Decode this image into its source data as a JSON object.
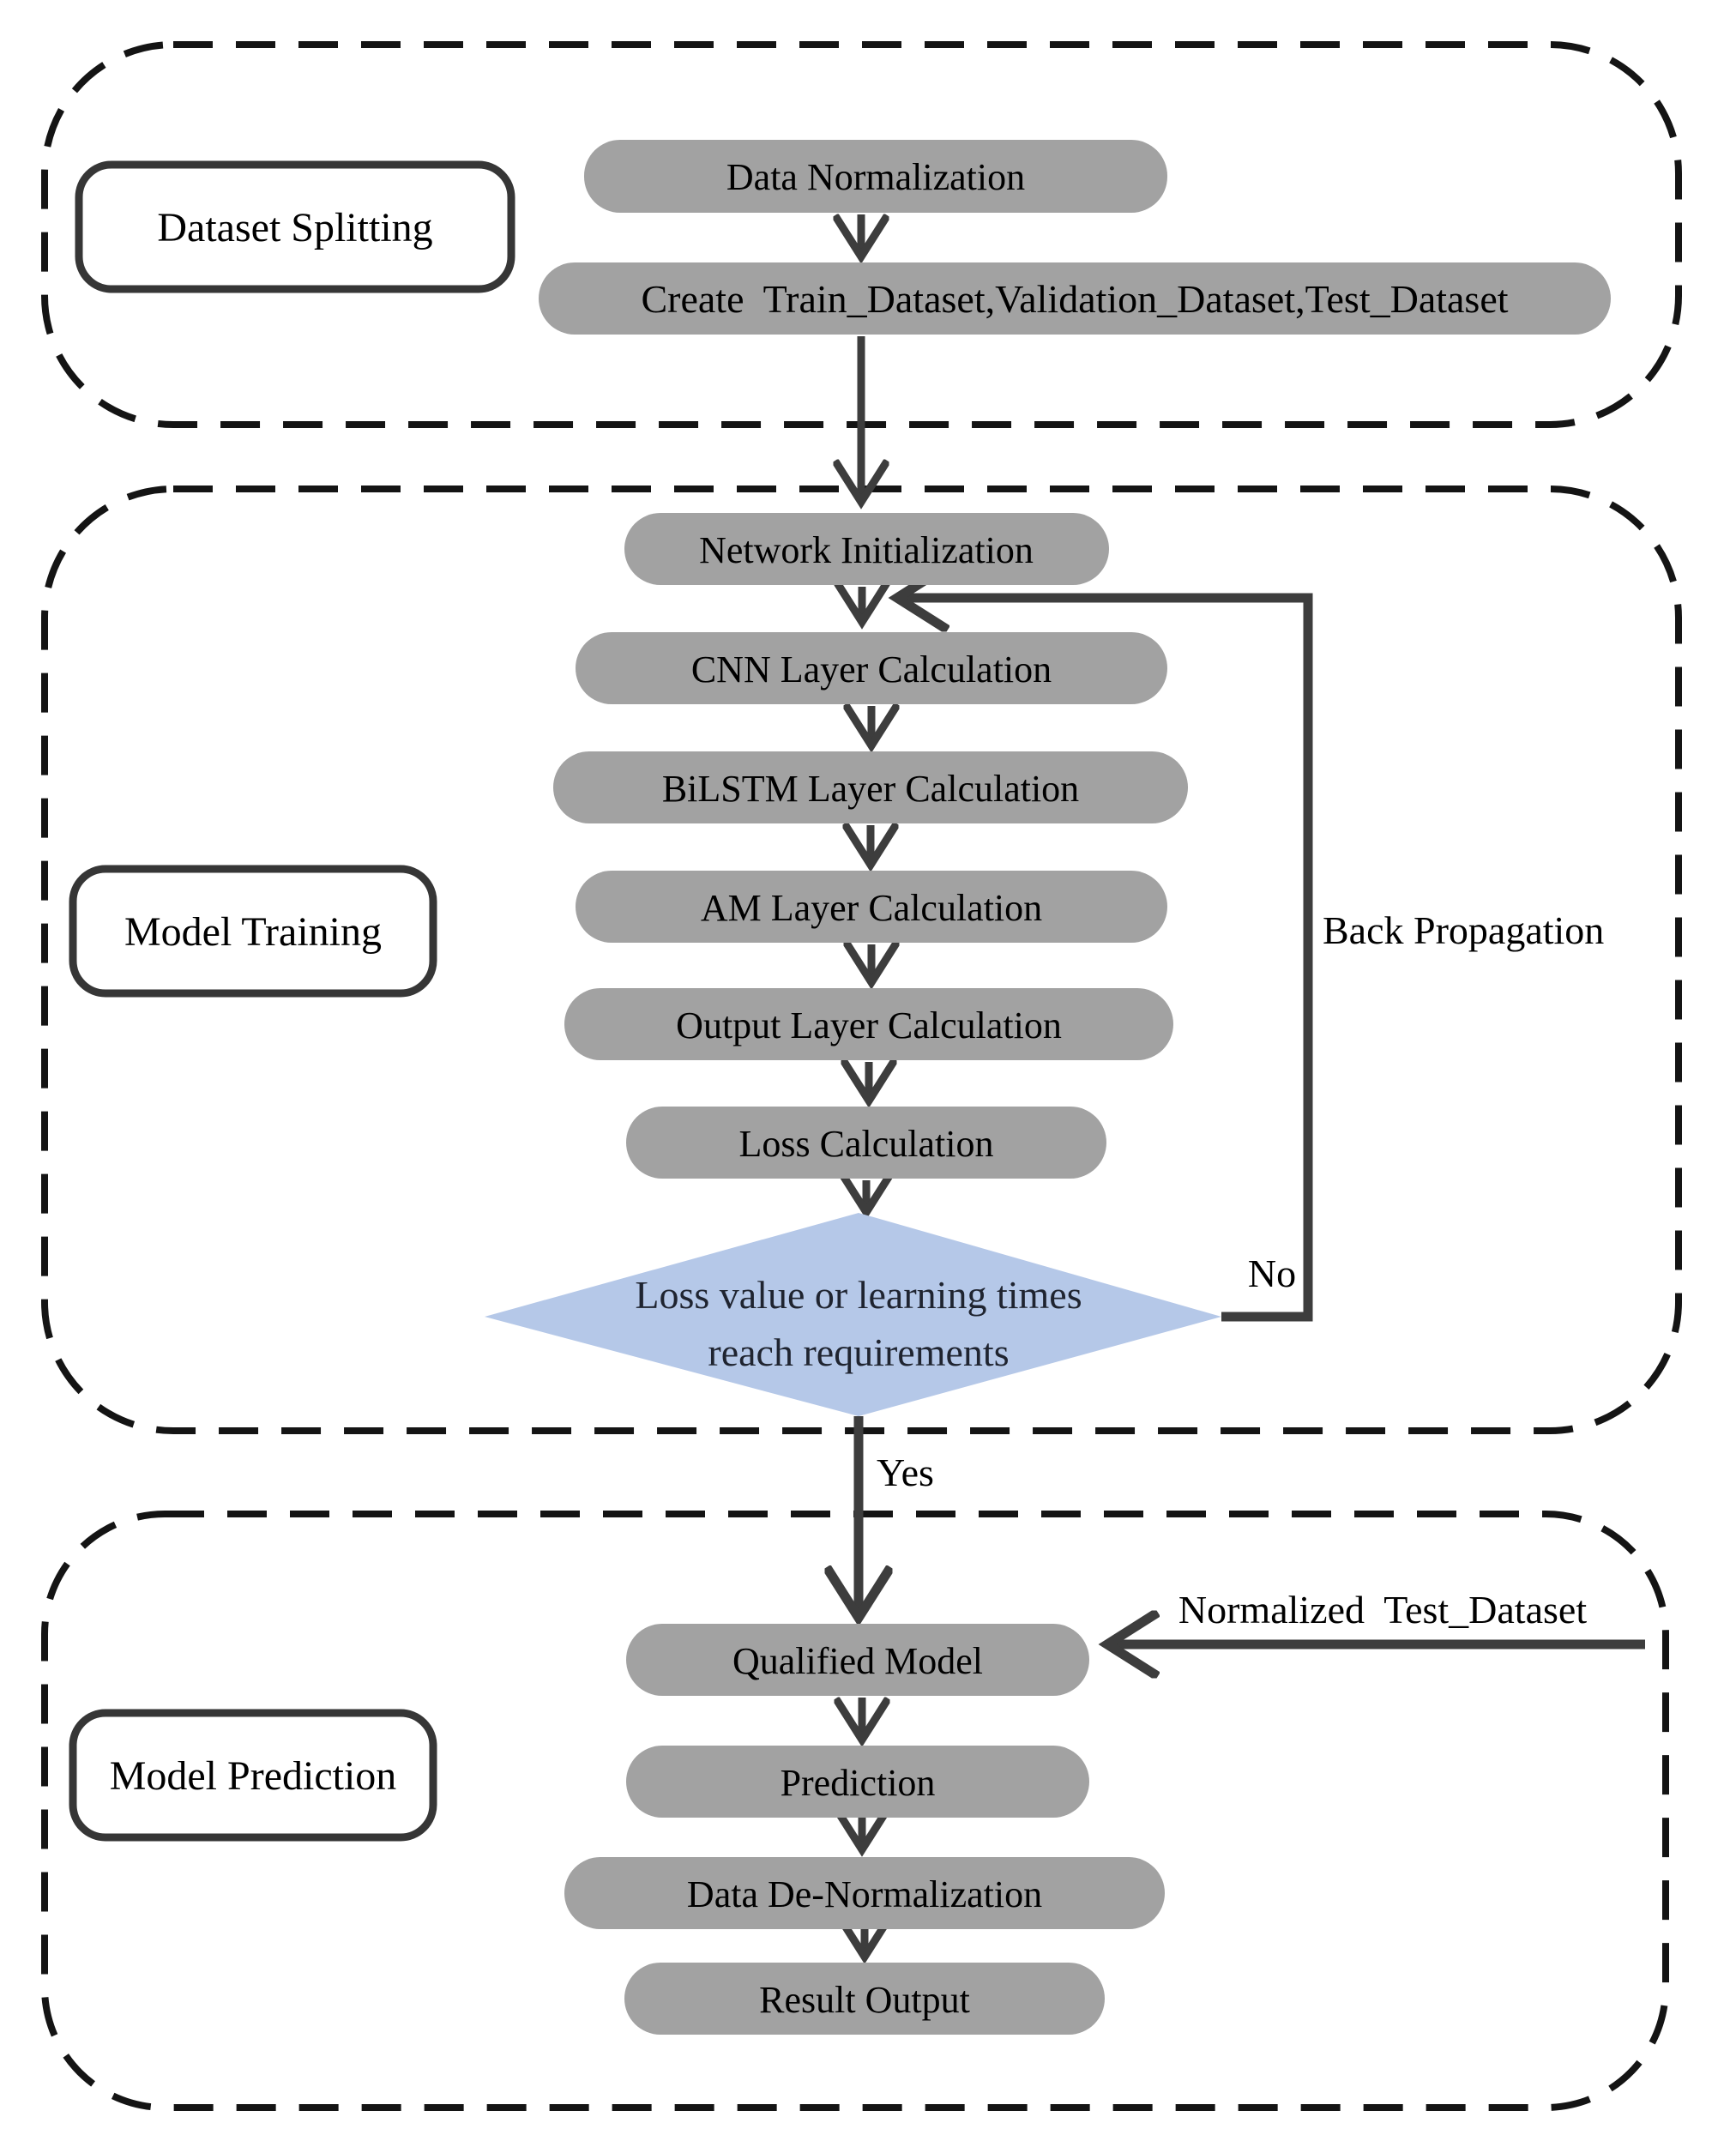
{
  "colors": {
    "pill": "#a2a2a2",
    "diamond": "#b5c8e8",
    "arrow": "#3d3d3d",
    "section_border": "#363636",
    "dashed_border": "#141414",
    "text": "#000000",
    "diamond_text": "#1f2430"
  },
  "sections": {
    "dataset_splitting": {
      "label": "Dataset Splitting"
    },
    "model_training": {
      "label": "Model Training"
    },
    "model_prediction": {
      "label": "Model Prediction"
    }
  },
  "nodes": {
    "data_normalization": "Data Normalization",
    "create_datasets": "Create  Train_Dataset,Validation_Dataset,Test_Dataset",
    "network_initialization": "Network Initialization",
    "cnn_layer": "CNN Layer Calculation",
    "bilstm_layer": "BiLSTM Layer Calculation",
    "am_layer": "AM Layer Calculation",
    "output_layer": "Output Layer Calculation",
    "loss_calculation": "Loss Calculation",
    "decision_line1": "Loss value or learning times",
    "decision_line2": "reach requirements",
    "qualified_model": "Qualified Model",
    "prediction": "Prediction",
    "data_denormalization": "Data De-Normalization",
    "result_output": "Result Output"
  },
  "edge_labels": {
    "yes": "Yes",
    "no": "No",
    "back_propagation": "Back Propagation",
    "normalized_test_dataset": "Normalized  Test_Dataset"
  }
}
